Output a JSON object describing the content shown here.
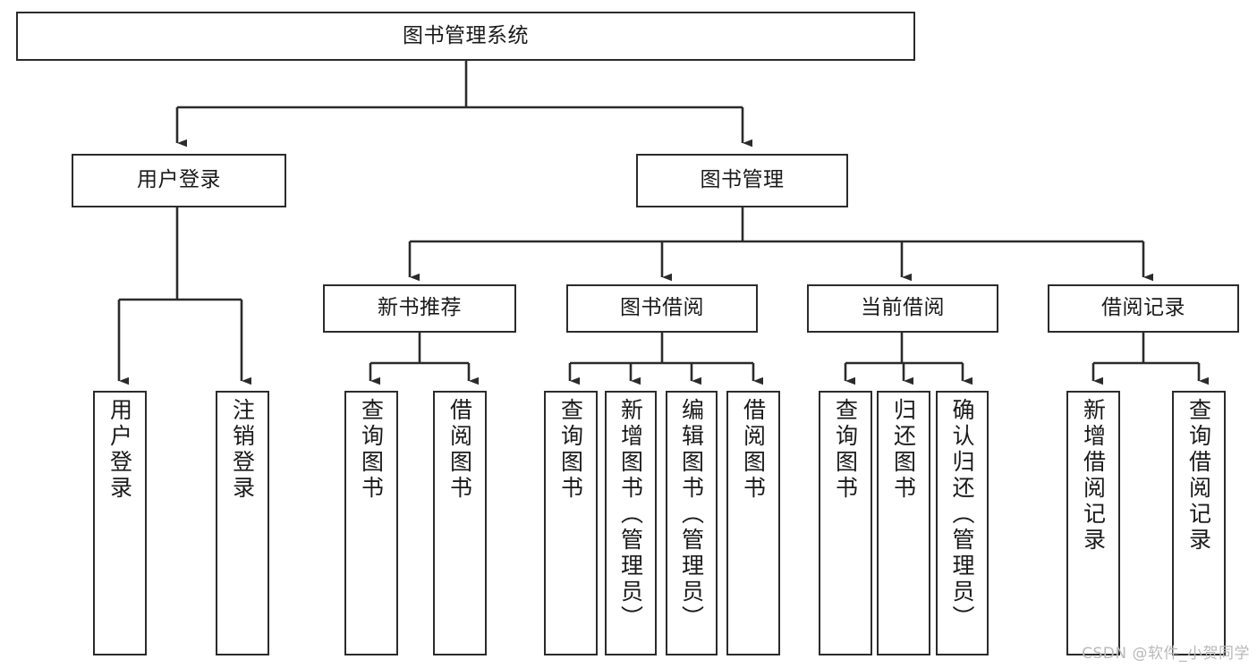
{
  "diagram": {
    "title": "图书管理系统",
    "type": "tree",
    "stroke_color": "#2b2b2b",
    "background_color": "#ffffff",
    "root": {
      "id": "root",
      "label": "图书管理系统"
    },
    "level2": [
      {
        "id": "user-login",
        "label": "用户登录"
      },
      {
        "id": "book-manage",
        "label": "图书管理"
      }
    ],
    "level3": [
      {
        "id": "new-book-recommend",
        "label": "新书推荐",
        "parent": "book-manage"
      },
      {
        "id": "book-borrow",
        "label": "图书借阅",
        "parent": "book-manage"
      },
      {
        "id": "current-borrow",
        "label": "当前借阅",
        "parent": "book-manage"
      },
      {
        "id": "borrow-record",
        "label": "借阅记录",
        "parent": "book-manage"
      }
    ],
    "leaves": {
      "user-login": [
        {
          "id": "leaf-user-login",
          "label": "用户登录"
        },
        {
          "id": "leaf-logout",
          "label": "注销登录"
        }
      ],
      "new-book-recommend": [
        {
          "id": "leaf-query-book-1",
          "label": "查询图书"
        },
        {
          "id": "leaf-borrow-book-1",
          "label": "借阅图书"
        }
      ],
      "book-borrow": [
        {
          "id": "leaf-query-book-2",
          "label": "查询图书"
        },
        {
          "id": "leaf-add-book",
          "label": "新增图书（管理员）"
        },
        {
          "id": "leaf-edit-book",
          "label": "编辑图书（管理员）"
        },
        {
          "id": "leaf-borrow-book-2",
          "label": "借阅图书"
        }
      ],
      "current-borrow": [
        {
          "id": "leaf-query-book-3",
          "label": "查询图书"
        },
        {
          "id": "leaf-return-book",
          "label": "归还图书"
        },
        {
          "id": "leaf-confirm-return",
          "label": "确认归还（管理员）"
        }
      ],
      "borrow-record": [
        {
          "id": "leaf-add-record",
          "label": "新增借阅记录"
        },
        {
          "id": "leaf-query-record",
          "label": "查询借阅记录"
        }
      ]
    }
  },
  "watermark": {
    "text": "CSDN @软件_小贺同学"
  }
}
